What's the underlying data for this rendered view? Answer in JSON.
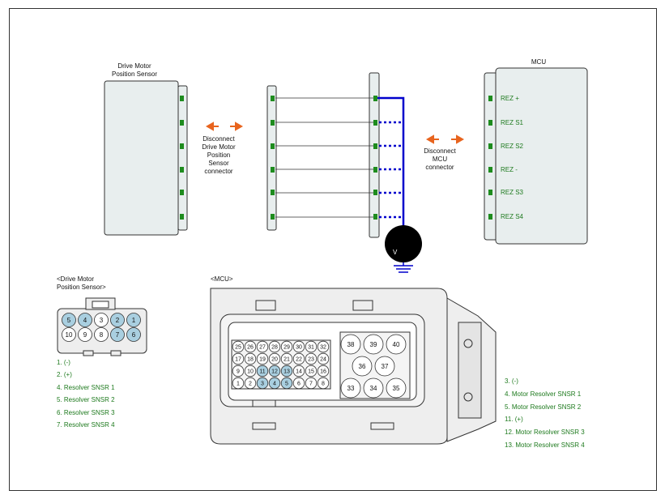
{
  "sensor": {
    "title_line1": "Drive Motor",
    "title_line2": "Position Sensor"
  },
  "mcu": {
    "title": "MCU",
    "pins": [
      "REZ +",
      "REZ S1",
      "REZ S2",
      "REZ -",
      "REZ S3",
      "REZ S4"
    ]
  },
  "disconnect_sensor": {
    "line1": "Disconnect",
    "line2": "Drive Motor",
    "line3": "Position",
    "line4": "Sensor",
    "line5": "connector"
  },
  "disconnect_mcu": {
    "line1": "Disconnect",
    "line2": "MCU",
    "line3": "connector"
  },
  "meter_label": "V",
  "sensor_connector": {
    "caption_line1": "<Drive Motor",
    "caption_line2": "Position Sensor>",
    "top_row": [
      "5",
      "4",
      "3",
      "2",
      "1"
    ],
    "bottom_row": [
      "10",
      "9",
      "8",
      "7",
      "6"
    ],
    "highlighted": [
      "5",
      "4",
      "2",
      "1",
      "7",
      "6"
    ],
    "pin_list": [
      "1. (-)",
      "2. (+)",
      "4. Resolver SNSR 1",
      "5. Resolver SNSR 2",
      "6. Resolver SNSR 3",
      "7. Resolver SNSR 4"
    ]
  },
  "mcu_connector": {
    "caption": "<MCU>",
    "row1": [
      "25",
      "26",
      "27",
      "28",
      "29",
      "30",
      "31",
      "32"
    ],
    "row2": [
      "17",
      "18",
      "19",
      "20",
      "21",
      "22",
      "23",
      "24"
    ],
    "row3": [
      "9",
      "10",
      "11",
      "12",
      "13",
      "14",
      "15",
      "16"
    ],
    "row4": [
      "1",
      "2",
      "3",
      "4",
      "5",
      "6",
      "7",
      "8"
    ],
    "large_pins": [
      "38",
      "39",
      "40",
      "36",
      "37",
      "33",
      "34",
      "35"
    ],
    "highlighted": [
      "11",
      "12",
      "13",
      "3",
      "4",
      "5"
    ],
    "pin_list": [
      "3. (-)",
      "4. Motor Resolver SNSR 1",
      "5. Motor Resolver SNSR 2",
      "11. (+)",
      "12. Motor Resolver SNSR 3",
      "13. Motor Resolver SNSR 4"
    ]
  },
  "colors": {
    "pin_green": "#1e8c1e",
    "probe_blue": "#0000cc",
    "arrow_orange": "#e8641e",
    "body_fill": "#e8eeee",
    "pin_highlight": "#a9cfe0",
    "connector_fill": "#eeeeee"
  }
}
